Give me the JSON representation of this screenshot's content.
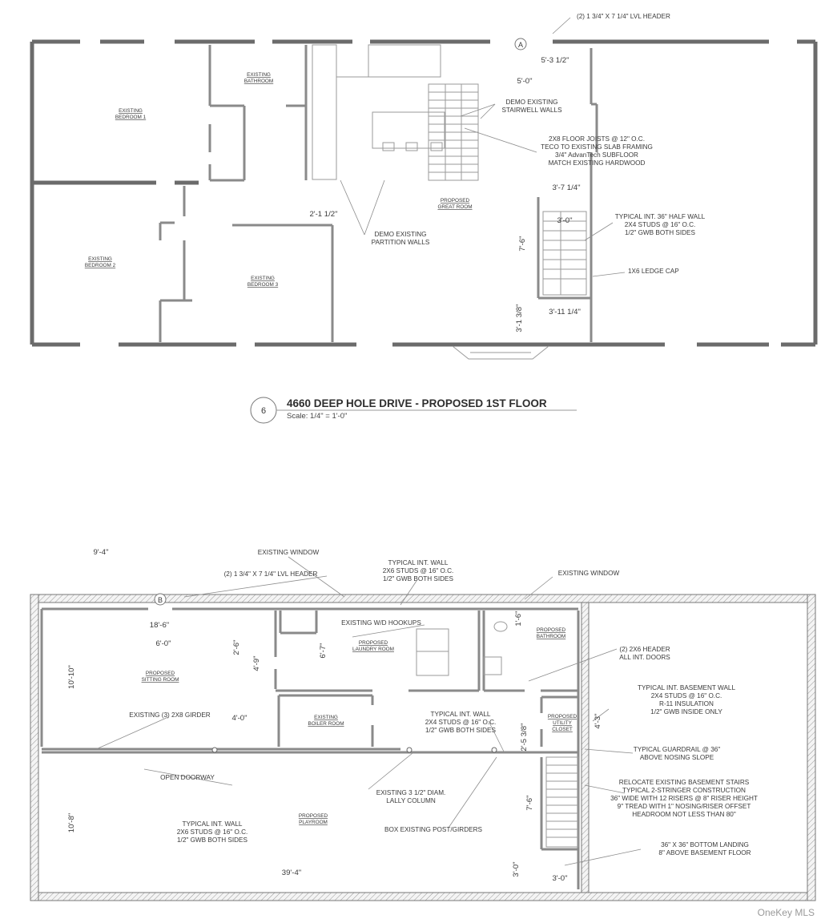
{
  "first_floor": {
    "rooms": {
      "bedroom1": [
        "EXISTING",
        "BEDROOM 1"
      ],
      "bathroom": [
        "EXISTING",
        "BATHROOM"
      ],
      "bedroom2": [
        "EXISTING",
        "BEDROOM 2"
      ],
      "bedroom3": [
        "EXISTING",
        "BEDROOM 3"
      ],
      "great_room": [
        "PROPOSED",
        "GREAT ROOM"
      ]
    },
    "notes": {
      "lvl_header": "(2) 1 3/4\" X 7 1/4\" LVL HEADER",
      "demo_stair": [
        "DEMO EXISTING",
        "STAIRWELL WALLS"
      ],
      "floor_joists": [
        "2X8 FLOOR JOISTS @ 12\" O.C.",
        "TECO TO EXISTING SLAB FRAMING",
        "3/4\" AdvanTech SUBFLOOR",
        "MATCH EXISTING HARDWOOD"
      ],
      "half_wall": [
        "TYPICAL INT. 36\" HALF WALL",
        "2X4 STUDS @ 16\" O.C.",
        "1/2\" GWB BOTH SIDES"
      ],
      "ledge_cap": "1X6 LEDGE CAP",
      "demo_partition": [
        "DEMO EXISTING",
        "PARTITION WALLS"
      ]
    },
    "dims": {
      "d1": "5'-3 1/2\"",
      "d2": "5'-0\"",
      "d3": "3'-7 1/4\"",
      "d4": "3'-0\"",
      "d5": "7'-6\"",
      "d6": "3'-1 3/8\"",
      "d7": "3'-11 1/4\"",
      "d8": "2'-1 1/2\""
    },
    "marker": "A",
    "title_number": "6",
    "title": "4660 DEEP HOLE DRIVE - PROPOSED 1ST FLOOR",
    "scale": "Scale: 1/4\" = 1'-0\""
  },
  "basement": {
    "rooms": {
      "sitting": [
        "PROPOSED",
        "SITTING ROOM"
      ],
      "laundry": [
        "PROPOSED",
        "LAUNDRY ROOM"
      ],
      "bathroom": [
        "PROPOSED",
        "BATHROOM"
      ],
      "boiler": [
        "EXISTING",
        "BOILER ROOM"
      ],
      "utility": [
        "PROPOSED",
        "UTILITY",
        "CLOSET"
      ],
      "playroom": [
        "PROPOSED",
        "PLAYROOM"
      ]
    },
    "notes": {
      "existing_window_left": "EXISTING WINDOW",
      "existing_window_right": "EXISTING WINDOW",
      "lvl_header": "(2) 1 3/4\" X 7 1/4\" LVL HEADER",
      "int_wall_2x6": [
        "TYPICAL INT. WALL",
        "2X6 STUDS @ 16\" O.C.",
        "1/2\" GWB BOTH SIDES"
      ],
      "wd_hookups": "EXISTING W/D HOOKUPS",
      "header_2x6": [
        "(2) 2X6 HEADER",
        "ALL INT. DOORS"
      ],
      "girder": "EXISTING (3) 2X8 GIRDER",
      "int_wall_2x4": [
        "TYPICAL INT. WALL",
        "2X4 STUDS @ 16\" O.C.",
        "1/2\" GWB BOTH SIDES"
      ],
      "basement_wall": [
        "TYPICAL INT. BASEMENT WALL",
        "2X4 STUDS @ 16\" O.C.",
        "R-11 INSULATION",
        "1/2\" GWB INSIDE ONLY"
      ],
      "guardrail": [
        "TYPICAL GUARDRAIL @ 36\"",
        "ABOVE NOSING SLOPE"
      ],
      "open_doorway": "OPEN DOORWAY",
      "lally": [
        "EXISTING 3 1/2\" DIAM.",
        "LALLY COLUMN"
      ],
      "stairs": [
        "RELOCATE EXISTING BASEMENT STAIRS",
        "TYPICAL 2-STRINGER CONSTRUCTION",
        "36\" WIDE WITH 12 RISERS @ 8\" RISER HEIGHT",
        "9\" TREAD WITH 1\" NOSING/RISER OFFSET",
        "HEADROOM NOT LESS THAN 80\""
      ],
      "int_wall_2x6_b": [
        "TYPICAL INT. WALL",
        "2X6 STUDS @ 16\" O.C.",
        "1/2\" GWB BOTH SIDES"
      ],
      "box_post": "BOX EXISTING POST/GIRDERS",
      "landing": [
        "36\" X 36\" BOTTOM LANDING",
        "8\" ABOVE BASEMENT FLOOR"
      ]
    },
    "dims": {
      "d1": "9'-4\"",
      "d2": "18'-6\"",
      "d3": "6'-0\"",
      "d4": "10'-10\"",
      "d5": "2'-6\"",
      "d6": "4'-9\"",
      "d7": "6'-7\"",
      "d8": "1'-6\"",
      "d9": "4'-0\"",
      "d10": "2'-5 3/8\"",
      "d11": "4'-3\"",
      "d12": "10'-8\"",
      "d13": "7'-6\"",
      "d14": "39'-4\"",
      "d15": "3'-0\"",
      "d16": "3'-0\""
    },
    "marker": "B"
  },
  "watermark": "OneKey MLS"
}
